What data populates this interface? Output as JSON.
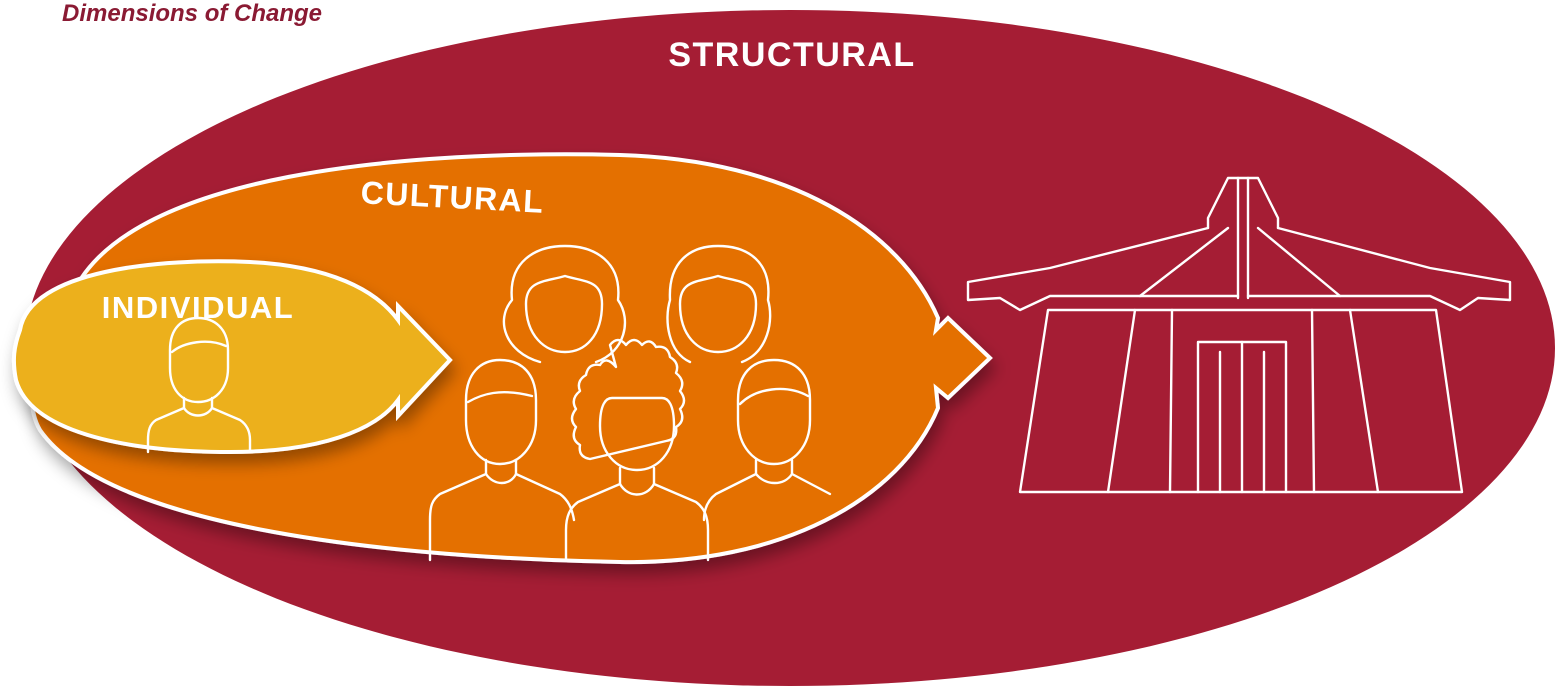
{
  "title": "Dimensions of Change",
  "layers": {
    "structural": {
      "label": "STRUCTURAL",
      "color": "#a51d34",
      "icon": "building-icon"
    },
    "cultural": {
      "label": "CULTURAL",
      "color": "#e47000",
      "icon": "group-of-people-icon"
    },
    "individual": {
      "label": "INDIVIDUAL",
      "color": "#ecb01c",
      "icon": "person-icon"
    }
  },
  "outline_color": "#ffffff"
}
